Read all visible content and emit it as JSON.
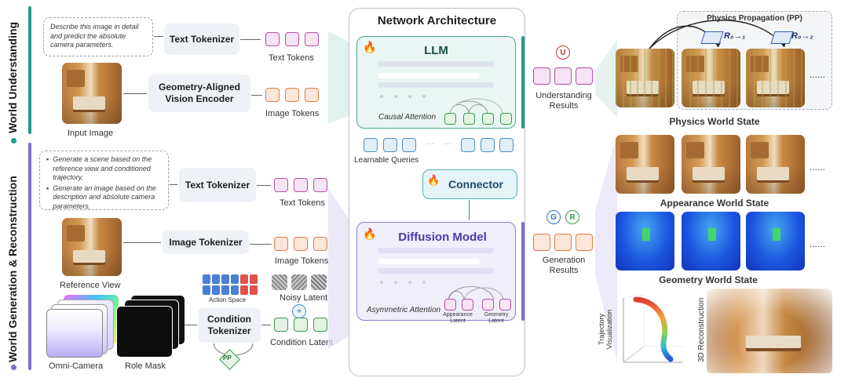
{
  "sidebar": {
    "understanding": "World Understanding",
    "generation": "World Generation & Reconstruction"
  },
  "understanding": {
    "prompt": "Describe this image in detail and predict the absolute camera parameters.",
    "text_tokenizer": "Text Tokenizer",
    "text_tokens": "Text Tokens",
    "vision_encoder": "Geometry-Aligned Vision Encoder",
    "image_tokens": "Image Tokens",
    "input_image": "Input Image"
  },
  "generation": {
    "prompt_1": "Generate a scene based on the reference view and conditioned trajectory.",
    "prompt_2": "Generate an image based on the description and absolute camera parameters.",
    "text_tokenizer": "Text Tokenizer",
    "text_tokens": "Text Tokens",
    "image_tokenizer": "Image Tokenizer",
    "image_tokens": "Image Tokens",
    "reference_view": "Reference View",
    "action_space": "Action Space",
    "noisy_latent": "Noisy Latent",
    "condition_tokenizer": "Condition Tokenizer",
    "condition_latent": "Condition Latent",
    "pp": "PP",
    "omni_camera": "Omni-Camera",
    "role_mask": "Role Mask"
  },
  "network": {
    "title": "Network Architecture",
    "llm": "LLM",
    "causal_attention": "Causal Attention",
    "learnable_queries": "Learnable Queries",
    "connector": "Connector",
    "diffusion": "Diffusion Model",
    "asymmetric_attention": "Asymmetric Attention",
    "appearance_latent": "Appearance Latent",
    "geometry_latent": "Geometry Latent"
  },
  "results": {
    "understanding": "Understanding Results",
    "generation": "Generation Results",
    "badge_u": "U",
    "badge_g": "G",
    "badge_r": "R"
  },
  "states": {
    "pp_title": "Physics Propagation (PP)",
    "r01": "R₀→₁",
    "r02": "R₀→₂",
    "physics": "Physics World State",
    "appearance": "Appearance World State",
    "geometry": "Geometry World State",
    "ellipsis": "......",
    "trajectory": "Trajectory Visualization",
    "reconstruction": "3D Reconstruction"
  },
  "colors": {
    "understanding_accent": "#1f9e89",
    "generation_accent": "#7b6fd0",
    "llm_border": "#4aa89a",
    "diffusion_border": "#8e7cd6",
    "connector_border": "#4fb0c6"
  }
}
